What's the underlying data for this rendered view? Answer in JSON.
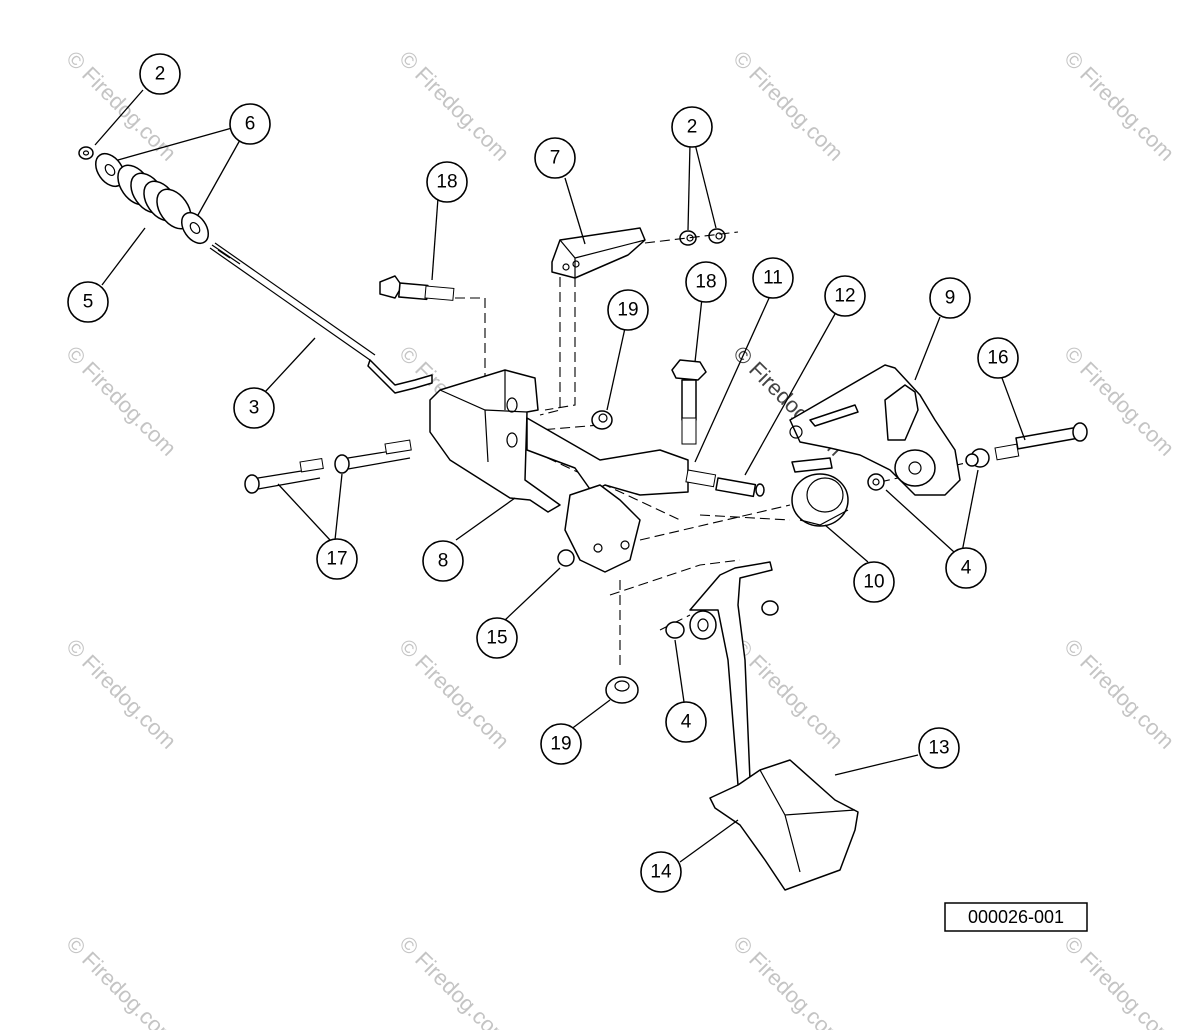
{
  "diagram": {
    "reference_number": "000026-001",
    "watermark_text": "© Firedog.com",
    "callouts": [
      {
        "id": "c-2a",
        "label": "2"
      },
      {
        "id": "c-6",
        "label": "6"
      },
      {
        "id": "c-5",
        "label": "5"
      },
      {
        "id": "c-3",
        "label": "3"
      },
      {
        "id": "c-18a",
        "label": "18"
      },
      {
        "id": "c-7",
        "label": "7"
      },
      {
        "id": "c-2b",
        "label": "2"
      },
      {
        "id": "c-18b",
        "label": "18"
      },
      {
        "id": "c-11",
        "label": "11"
      },
      {
        "id": "c-12",
        "label": "12"
      },
      {
        "id": "c-9",
        "label": "9"
      },
      {
        "id": "c-16",
        "label": "16"
      },
      {
        "id": "c-19a",
        "label": "19"
      },
      {
        "id": "c-17",
        "label": "17"
      },
      {
        "id": "c-8",
        "label": "8"
      },
      {
        "id": "c-15",
        "label": "15"
      },
      {
        "id": "c-10",
        "label": "10"
      },
      {
        "id": "c-4a",
        "label": "4"
      },
      {
        "id": "c-4b",
        "label": "4"
      },
      {
        "id": "c-19b",
        "label": "19"
      },
      {
        "id": "c-13",
        "label": "13"
      },
      {
        "id": "c-14",
        "label": "14"
      }
    ]
  }
}
